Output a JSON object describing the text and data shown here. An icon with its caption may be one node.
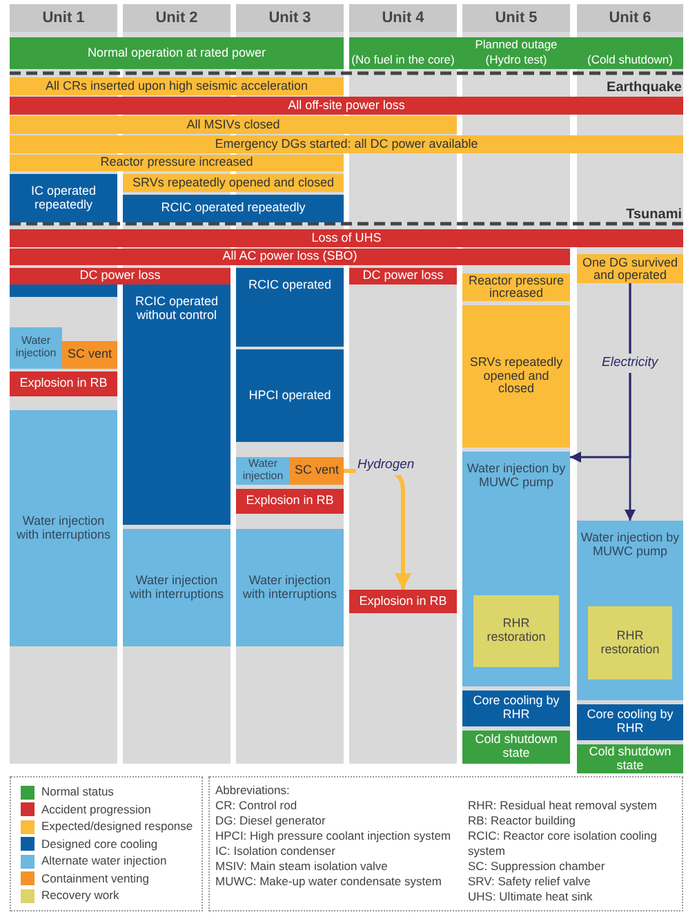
{
  "diagram": {
    "nodes": [
      {
        "text": [
          "Unit 1"
        ]
      },
      {
        "text": [
          "Unit 2"
        ]
      },
      {
        "text": [
          "Unit 3"
        ]
      },
      {
        "text": [
          "Unit 4"
        ]
      },
      {
        "text": [
          "Unit 5"
        ]
      },
      {
        "text": [
          "Unit 6"
        ]
      },
      {
        "text": [
          "Normal  operation at rated power"
        ]
      },
      {
        "text": [
          "Planned outage",
          "(No fuel in the core)",
          "(Hydro test)",
          "(Cold shutdown)"
        ]
      },
      {
        "text": [
          "All CRs inserted upon high seismic acceleration"
        ]
      },
      {
        "text": [
          "All off-site power loss"
        ]
      },
      {
        "text": [
          "All MSIVs closed"
        ]
      },
      {
        "text": [
          "Emergency DGs started: all DC power available"
        ]
      },
      {
        "text": [
          "Reactor pressure increased"
        ]
      },
      {
        "text": [
          "IC operated repeatedly"
        ]
      },
      {
        "text": [
          "SRVs repeatedly opened and closed"
        ]
      },
      {
        "text": [
          "RCIC operated repeatedly"
        ]
      },
      {
        "text": [
          "Loss of UHS"
        ]
      },
      {
        "text": [
          "All AC power loss (SBO)"
        ]
      },
      {
        "text": [
          "DC power loss"
        ]
      },
      {
        "text": [
          "DC power loss"
        ]
      },
      {
        "text": [
          "One DG survived and operated"
        ]
      },
      {
        "text": [],
        "shape": "bar"
      },
      {
        "text": [
          "RCIC operated"
        ]
      },
      {
        "text": [
          "Reactor pressure increased"
        ]
      },
      {
        "text": [
          "Water injection"
        ]
      },
      {
        "text": [
          "SC vent"
        ]
      },
      {
        "text": [
          "RCIC operated without control"
        ]
      },
      {
        "text": [
          "SRVs repeatedly opened and closed"
        ]
      },
      {
        "text": [
          "Explosion in RB"
        ]
      },
      {
        "text": [
          "HPCI  operated"
        ]
      },
      {
        "text": [
          "Water injection with interruptions"
        ]
      },
      {
        "text": [
          "Water injection by MUWC pump"
        ]
      },
      {
        "text": [
          "Water injection"
        ]
      },
      {
        "text": [
          "SC vent"
        ]
      },
      {
        "text": [
          "Explosion in RB"
        ]
      },
      {
        "text": [
          "Water injection by MUWC pump"
        ]
      },
      {
        "text": [
          "Water injection with interruptions"
        ]
      },
      {
        "text": [
          "Water injection with interruptions"
        ]
      },
      {
        "text": [
          "Explosion in RB"
        ]
      },
      {
        "text": [
          "RHR restoration"
        ],
        "in": 31
      },
      {
        "text": [
          "RHR restoration"
        ],
        "in": 35
      },
      {
        "text": [
          "Core cooling by RHR"
        ]
      },
      {
        "text": [
          "Core cooling by RHR"
        ]
      },
      {
        "text": [
          "Cold shutdown state"
        ]
      },
      {
        "text": [
          "Cold shutdown state"
        ]
      }
    ],
    "edges": [
      {
        "from": 33,
        "to": 38,
        "arrow": "to",
        "label": "Hydrogen",
        "style": "thick",
        "color": "#fbbc3a"
      },
      {
        "from": 20,
        "to": 31,
        "arrow": "to"
      },
      {
        "from": 20,
        "to": 35,
        "arrow": "to",
        "label": "Electricity"
      }
    ],
    "labels": [
      "Earthquake",
      "Tsunami",
      "Abbreviations:",
      "CR: Control rod",
      "DG: Diesel generator",
      "HPCI: High pressure coolant injection system",
      "IC: Isolation condenser",
      "MSIV: Main steam isolation valve",
      "MUWC: Make-up water condensate system",
      "RHR: Residual heat removal system",
      "RB: Reactor building",
      "RCIC: Reactor core isolation cooling system",
      "SC: Suppression chamber",
      "SRV: Safety relief valve",
      "UHS: Ultimate heat sink"
    ],
    "legend": [
      {
        "text": "Normal status",
        "color": "#3aa040"
      },
      {
        "text": "Accident progression",
        "color": "#d3302f"
      },
      {
        "text": "Expected/designed response",
        "color": "#fbbc3a"
      },
      {
        "text": "Designed core cooling",
        "color": "#0a5fa3"
      },
      {
        "text": "Alternate water injection",
        "color": "#6cb8e0"
      },
      {
        "text": "Containment venting",
        "color": "#f5922a"
      },
      {
        "text": "Recovery work",
        "color": "#dcd56a"
      }
    ]
  }
}
